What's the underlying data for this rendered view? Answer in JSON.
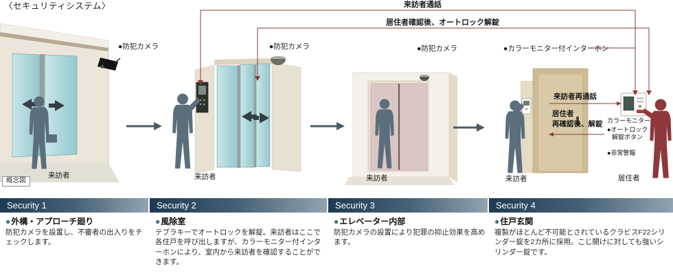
{
  "title": "〈セキュリティシステム〉",
  "diagram": {
    "concept_note": "概念図",
    "cameras": [
      "●防犯カメラ",
      "●防犯カメラ",
      "●防犯カメラ"
    ],
    "intercom_label": "●カラーモニター付インターホン",
    "visitors": [
      "来訪者",
      "来訪者",
      "来訪者",
      "来訪者"
    ],
    "resident_label": "居住者",
    "flow": {
      "visitor_call": "来訪者通話",
      "unlock_after_confirm": "居住者確認後、オートロック解錠",
      "visitor_recall": "来訪者再通話",
      "resident_reconfirm_line1": "居住者",
      "resident_reconfirm_line2": "再確認後、解錠",
      "color_monitor": "カラーモニター",
      "autolock_line1": "●オートロック",
      "autolock_line2": "解錠ボタン",
      "emergency_alarm": "●非常警報"
    }
  },
  "sections": [
    {
      "bar_label": "Security 1",
      "bullet": "●",
      "heading": "外構・アプローチ廻り",
      "body": "防犯カメラを設置し、不審者の出入りをチェックします。"
    },
    {
      "bar_label": "Security 2",
      "bullet": "●",
      "heading": "風除室",
      "body": "テブラキーでオートロックを解錠。来訪者はここで各住戸を呼び出しますが、カラーモニター付インターホンにより、室内から来訪者を確認することができます。"
    },
    {
      "bar_label": "Security 3",
      "bullet": "●",
      "heading": "エレベーター内部",
      "body": "防犯カメラの設置により犯罪の抑止効果を高めます。"
    },
    {
      "bar_label": "Security 4",
      "bullet": "●",
      "heading": "住戸玄関",
      "body": "複製がほとんど不可能とされているクラビスF22シリンダー錠を2カ所に採用。こじ開けに対しても強いシリンダー錠です。"
    }
  ],
  "colors": {
    "bar_gradient_start": "#1e3a54",
    "bar_gradient_end": "#93a3af",
    "flow_line_red": "#8a3a3a",
    "bullet_teal": "#3a7680",
    "silhouette_gray": "#5b6e7c",
    "resident_red": "#8e383c"
  }
}
